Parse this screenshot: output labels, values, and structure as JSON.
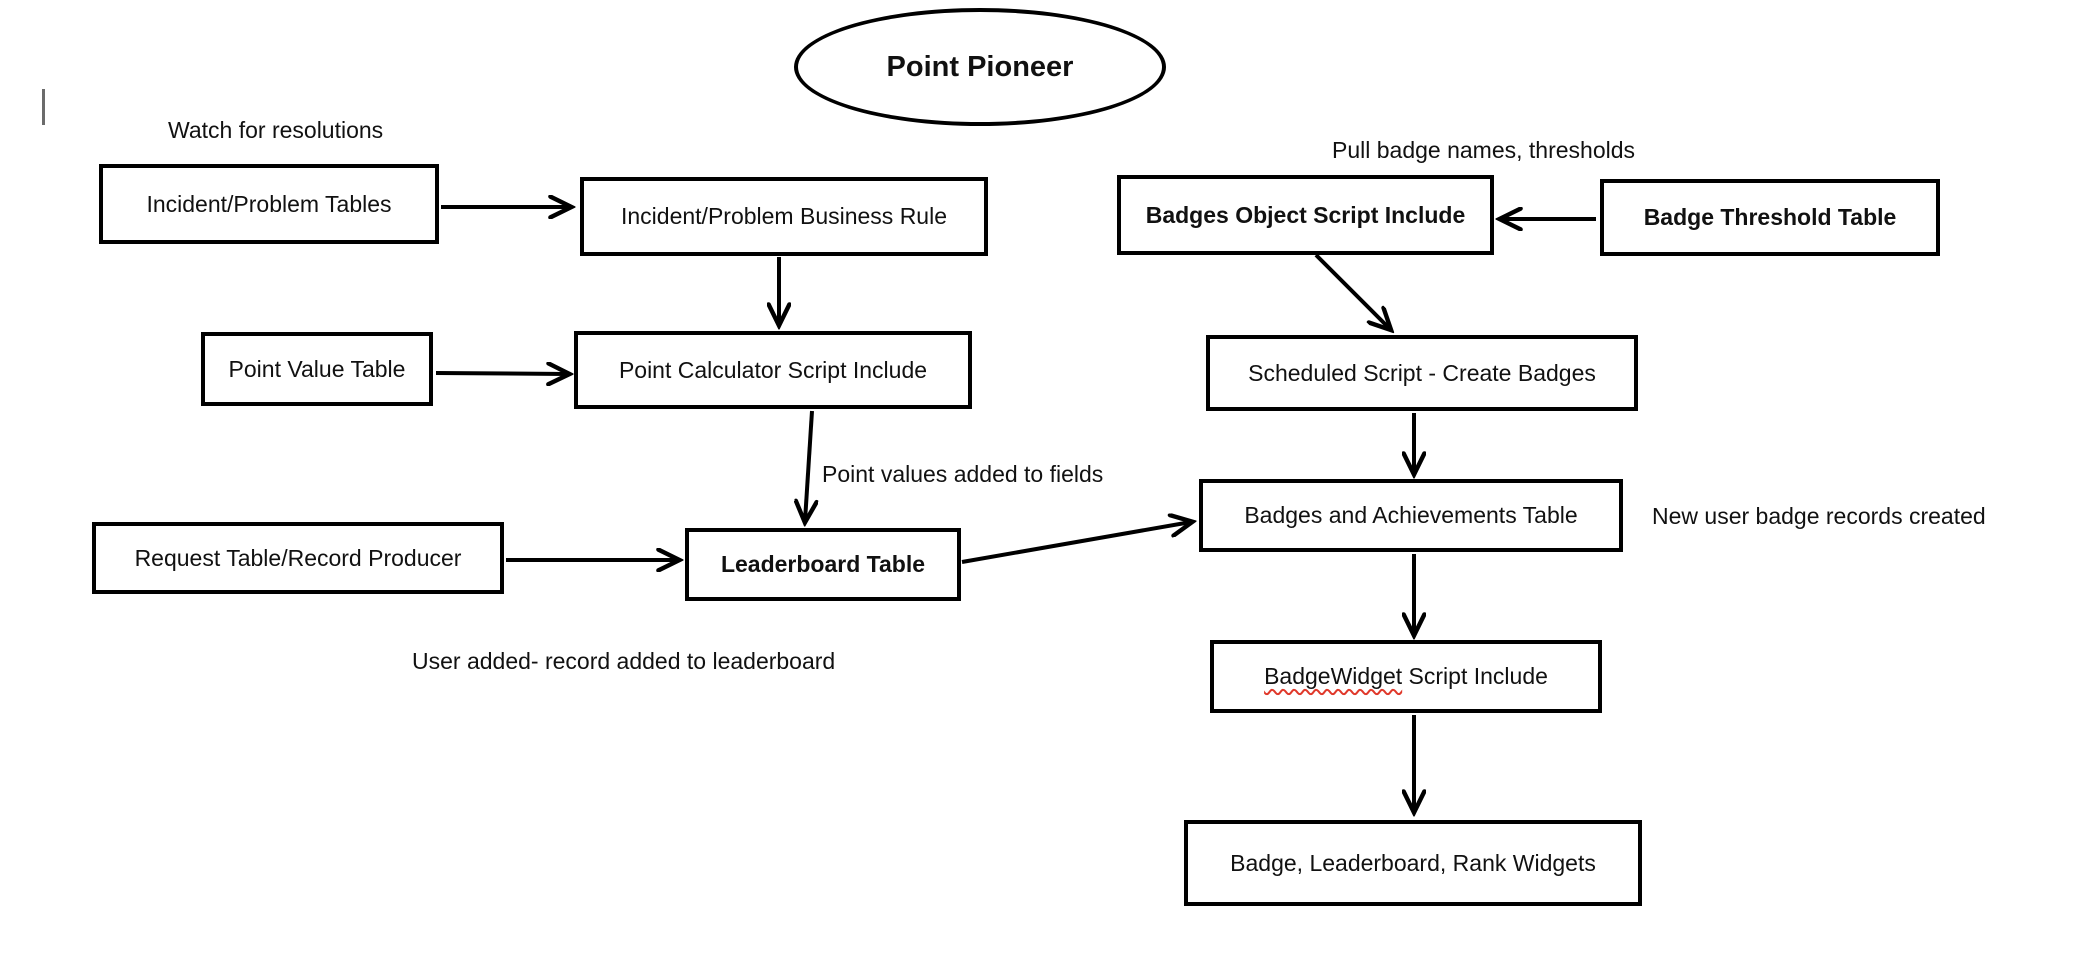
{
  "title": {
    "label": "Point Pioneer"
  },
  "nodes": {
    "incident_tables": {
      "label": "Incident/Problem Tables"
    },
    "business_rule": {
      "label": "Incident/Problem Business Rule"
    },
    "point_value": {
      "label": "Point Value Table"
    },
    "point_calculator": {
      "label": "Point Calculator Script Include"
    },
    "request_table": {
      "label": "Request Table/Record Producer"
    },
    "leaderboard": {
      "label": "Leaderboard Table"
    },
    "badges_object": {
      "label": "Badges Object Script Include"
    },
    "badge_threshold": {
      "label": "Badge Threshold Table"
    },
    "scheduled_script": {
      "label": "Scheduled Script - Create Badges"
    },
    "badges_achievements": {
      "label": "Badges and Achievements Table"
    },
    "badge_widget": {
      "misspelled_word": "BadgeWidget",
      "rest": " Script Include"
    },
    "widgets": {
      "label": "Badge, Leaderboard, Rank Widgets"
    }
  },
  "annotations": {
    "watch_for_resolutions": "Watch for resolutions",
    "pull_badge_names": "Pull badge names, thresholds",
    "point_values_added": "Point values added to fields",
    "new_user_badge_records": "New user badge records created",
    "user_added_record": "User added- record added to leaderboard"
  },
  "colors": {
    "shape_stroke": "#000000",
    "text": "#111111",
    "spellcheck_underline": "#e0392b",
    "text_cursor": "#6b6b6b",
    "background": "#ffffff"
  }
}
